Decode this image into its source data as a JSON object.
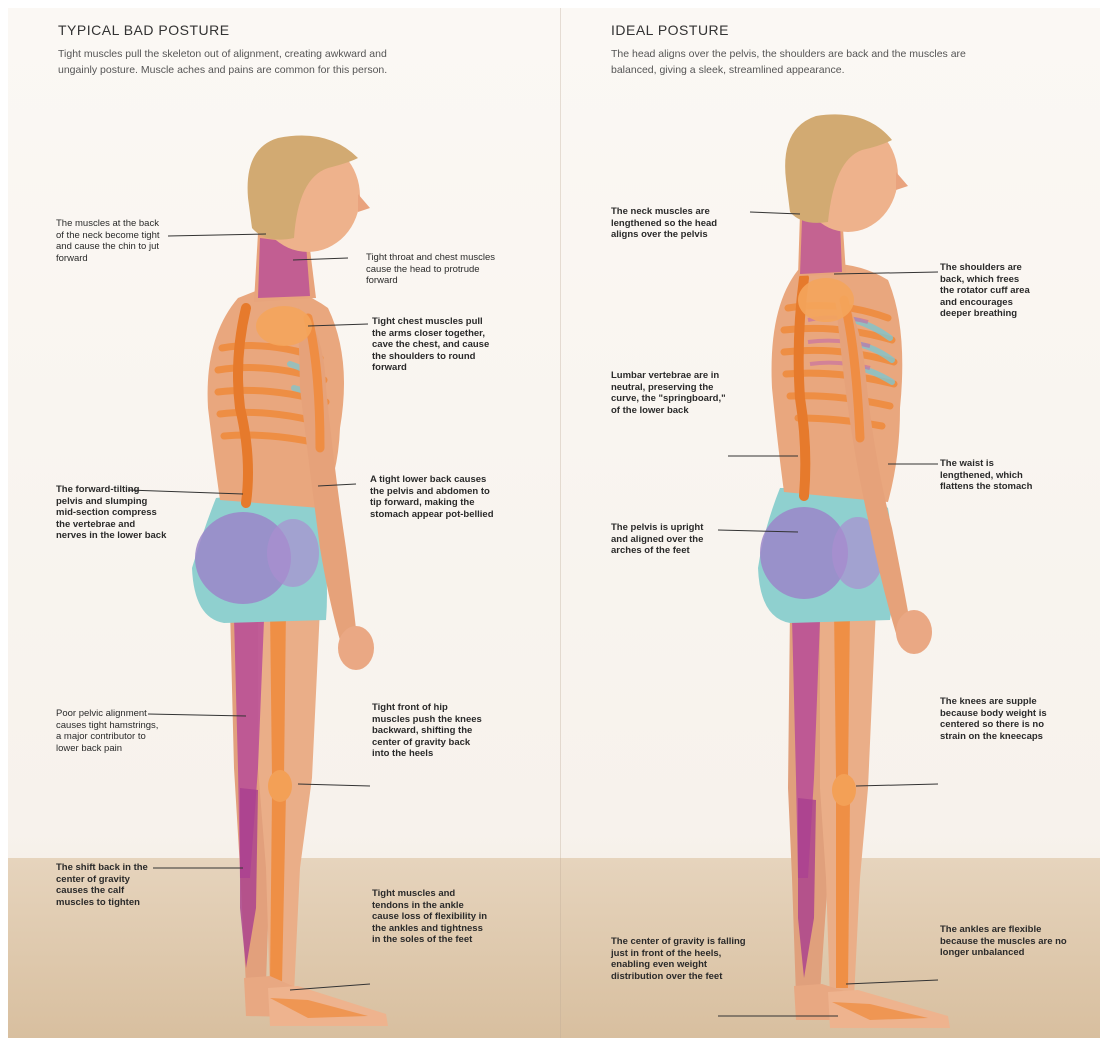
{
  "left_panel": {
    "title": "TYPICAL BAD POSTURE",
    "intro": "Tight muscles pull the skeleton out of alignment, creating awkward and ungainly posture. Muscle aches and pains are common for this person.",
    "callouts": {
      "neck_back": "The muscles at the back of the neck become tight and cause the chin to jut forward",
      "throat_chest": "Tight throat and chest muscles cause the head to protrude forward",
      "chest": "Tight chest muscles pull the arms closer together, cave the chest, and cause the shoulders to round forward",
      "lower_back": "A tight lower back causes the pelvis and abdomen to tip forward, making the stomach appear pot-bellied",
      "pelvis": "The forward-tilting pelvis and slumping mid-section compress the vertebrae and nerves in the lower back",
      "hamstrings": "Poor pelvic alignment causes tight hamstrings, a major contributor to lower back pain",
      "hip_flexors": "Tight front of hip muscles push the knees backward, shifting the center of gravity back into the heels",
      "calf": "The shift back in the center of gravity causes the calf muscles to tighten",
      "ankle": "Tight muscles and tendons in the ankle cause loss of flexibility in the ankles and tightness in the soles of the feet"
    }
  },
  "right_panel": {
    "title": "IDEAL POSTURE",
    "intro": "The head aligns over the pelvis, the shoulders are back and the muscles are balanced, giving a sleek, streamlined appearance.",
    "callouts": {
      "neck": "The neck muscles are lengthened so the head aligns over the pelvis",
      "shoulders": "The shoulders are back, which frees the rotator cuff area and encourages deeper breathing",
      "lumbar": "Lumbar vertebrae are in neutral, preserving the curve, the \"springboard,\" of the lower back",
      "waist": "The waist is lengthened, which flattens the stomach",
      "pelvis": "The pelvis is upright and aligned over the arches of the feet",
      "knees": "The knees are supple because body weight is centered so there is no strain on the kneecaps",
      "gravity": "The center of gravity is falling just in front of the heels, enabling even weight distribution over the feet",
      "ankles": "The ankles are flexible because the muscles are no longer unbalanced"
    }
  },
  "colors": {
    "skin": "#e9a77e",
    "bone": "#f08a3a",
    "muscle": "#b5479a",
    "shorts": "#8fd0cf",
    "hair": "#d2aa72",
    "floor": "#dcc4a6"
  }
}
